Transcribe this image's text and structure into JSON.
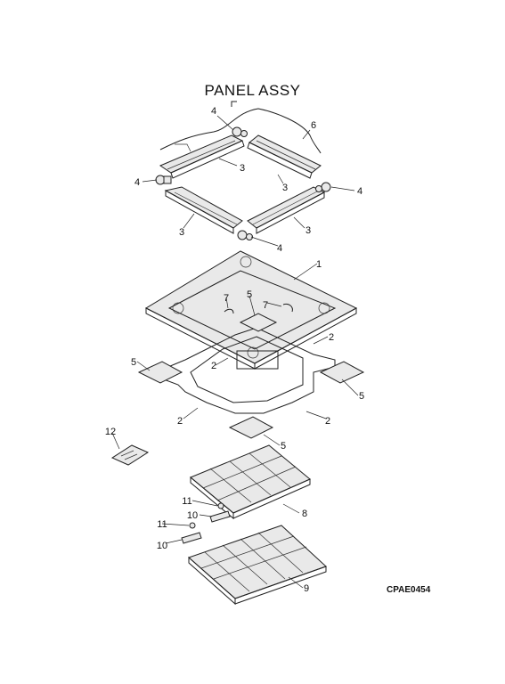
{
  "title": "PANEL ASSY",
  "drawing_code": "CPAE0454",
  "callouts": [
    {
      "id": "c4a",
      "text": "4"
    },
    {
      "id": "c6",
      "text": "6"
    },
    {
      "id": "c3a",
      "text": "3"
    },
    {
      "id": "c4b",
      "text": "4"
    },
    {
      "id": "c3b",
      "text": "3"
    },
    {
      "id": "c4c",
      "text": "4"
    },
    {
      "id": "c3c",
      "text": "3"
    },
    {
      "id": "c3d",
      "text": "3"
    },
    {
      "id": "c4d",
      "text": "4"
    },
    {
      "id": "c1",
      "text": "1"
    },
    {
      "id": "c7a",
      "text": "7"
    },
    {
      "id": "c5a",
      "text": "5"
    },
    {
      "id": "c7b",
      "text": "7"
    },
    {
      "id": "c2a",
      "text": "2"
    },
    {
      "id": "c5b",
      "text": "5"
    },
    {
      "id": "c2b",
      "text": "2"
    },
    {
      "id": "c5c",
      "text": "5"
    },
    {
      "id": "c2c",
      "text": "2"
    },
    {
      "id": "c2d",
      "text": "2"
    },
    {
      "id": "c5d",
      "text": "5"
    },
    {
      "id": "c12",
      "text": "12"
    },
    {
      "id": "c11a",
      "text": "11"
    },
    {
      "id": "c10a",
      "text": "10"
    },
    {
      "id": "c8",
      "text": "8"
    },
    {
      "id": "c11b",
      "text": "11"
    },
    {
      "id": "c10b",
      "text": "10"
    },
    {
      "id": "c9",
      "text": "9"
    }
  ]
}
